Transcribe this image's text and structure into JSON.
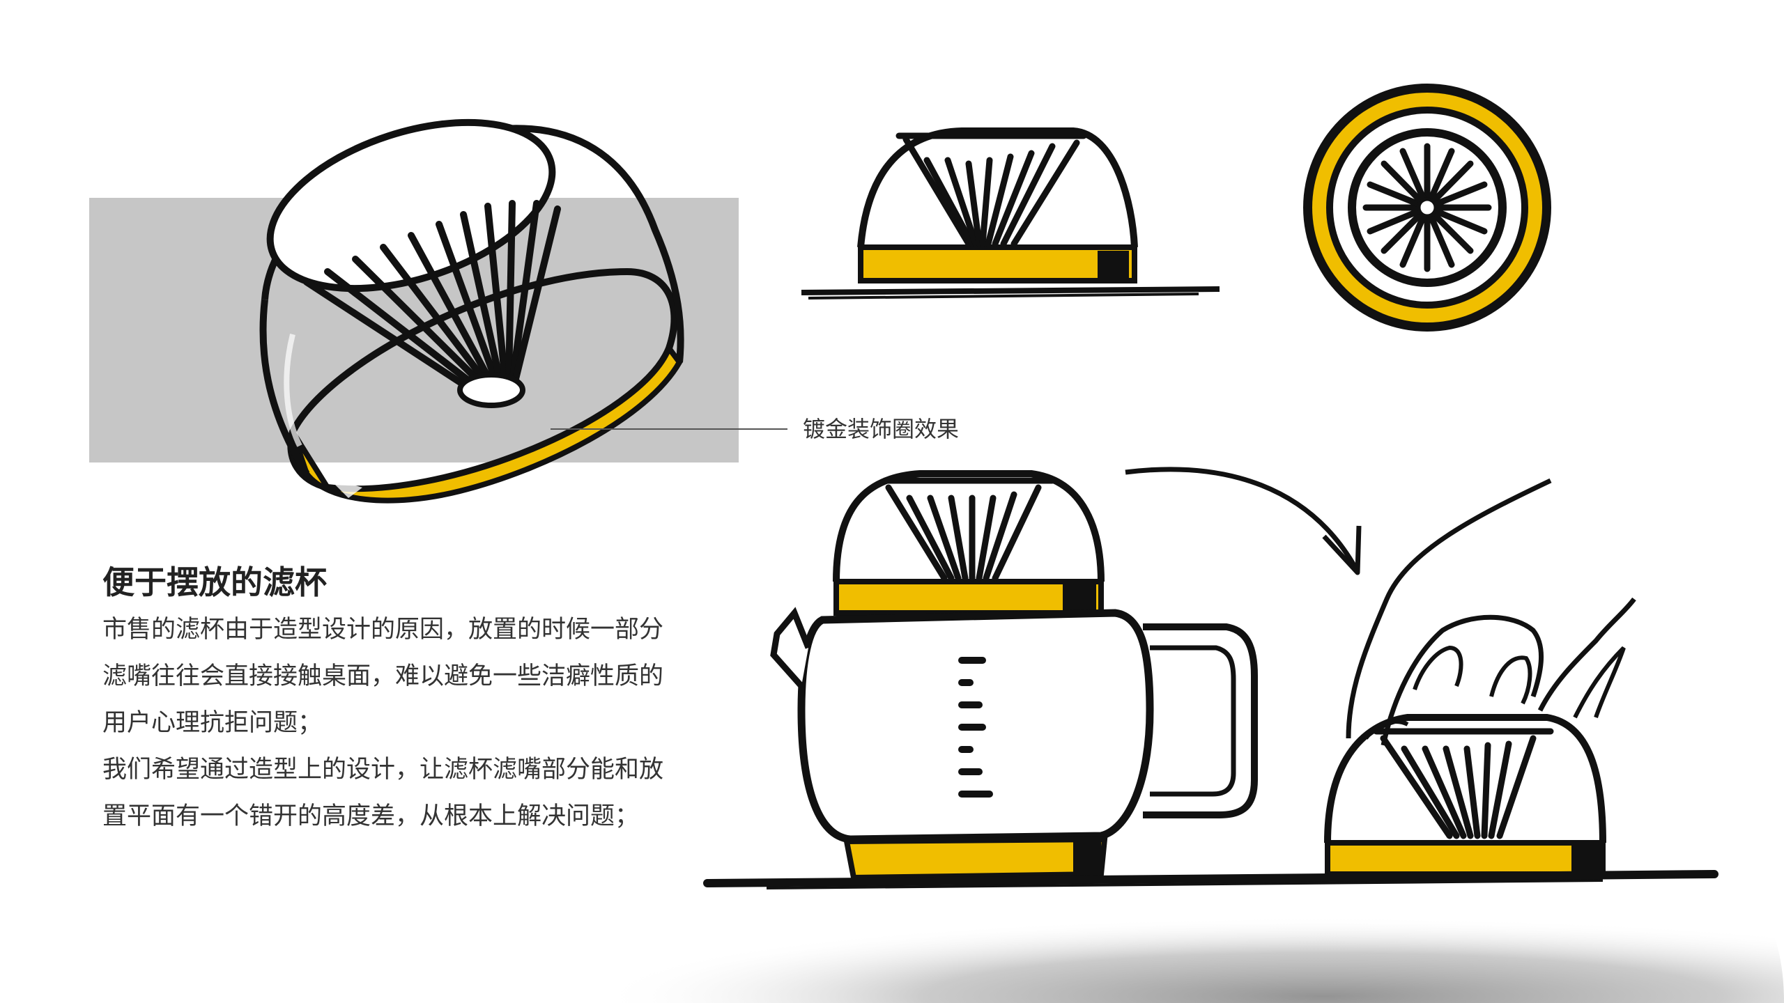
{
  "annotation": {
    "label": "镀金装饰圈效果"
  },
  "article": {
    "title": "便于摆放的滤杯",
    "paragraphs": [
      "市售的滤杯由于造型设计的原因，放置的时候一部分",
      "滤嘴往往会直接接触桌面，难以避免一些洁癖性质的",
      "用户心理抗拒问题；",
      "我们希望通过造型上的设计，让滤杯滤嘴部分能和放",
      "置平面有一个错开的高度差，从根本上解决问题；"
    ]
  },
  "colors": {
    "gold": "#f0be00",
    "ink": "#111111",
    "grey_panel": "#c6c6c6",
    "floor": "#8e8e8e"
  }
}
